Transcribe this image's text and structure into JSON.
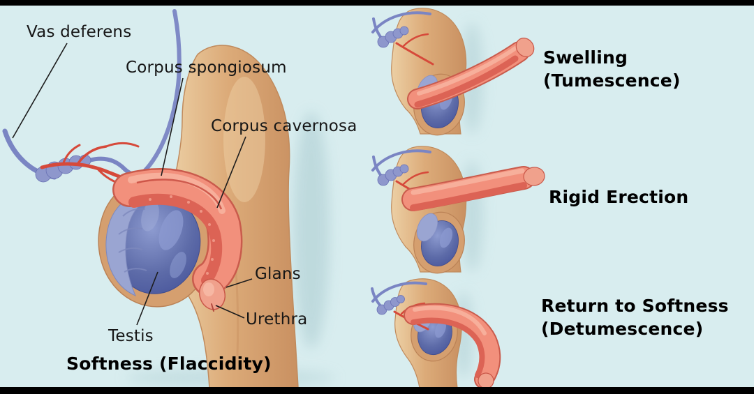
{
  "frame": {
    "background": "#d8edef",
    "bar_color": "#000000"
  },
  "main_figure": {
    "title": "Softness (Flaccidity)",
    "labels": {
      "vas_deferens": "Vas deferens",
      "corpus_spongiosum": "Corpus spongiosum",
      "corpus_cavernosa": "Corpus cavernosa",
      "glans": "Glans",
      "urethra": "Urethra",
      "testis": "Testis"
    }
  },
  "phases": [
    {
      "line1": "Swelling",
      "line2": "(Tumescence)"
    },
    {
      "line1": "Rigid Erection",
      "line2": ""
    },
    {
      "line1": "Return to Softness",
      "line2": "(Detumescence)"
    }
  ],
  "colors": {
    "skin": "#dcab79",
    "skin_light": "#eccfa4",
    "skin_shadow": "#c08a5c",
    "testis_blue": "#5d6ba8",
    "epididymis_blue": "#9aa5d2",
    "vas_deferens_blue": "#7a85c3",
    "artery_red": "#d6493a",
    "shaft_salmon": "#f2907c",
    "shaft_outline": "#c95b4c",
    "spongiosum_red": "#dc6355",
    "glans_pink": "#f0a18c",
    "label_text": "#161616",
    "soft_shadow": "#bcd8dc"
  }
}
